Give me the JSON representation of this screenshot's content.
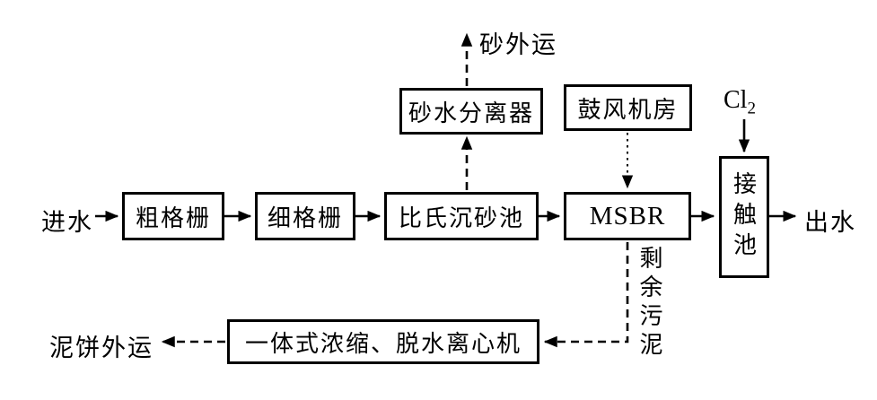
{
  "diagram": {
    "title": "wastewater-treatment-process-flow",
    "labels": {
      "influent": "进水",
      "effluent": "出水",
      "sand_out": "砂外运",
      "sludge_cake_out": "泥饼外运",
      "excess_sludge": "剩余污泥",
      "chlorine": "Cl",
      "chlorine_subscript": "2"
    },
    "nodes": {
      "coarse_screen": "粗格栅",
      "fine_screen": "细格栅",
      "grit_chamber": "比氏沉砂池",
      "sand_separator": "砂水分离器",
      "blower_room": "鼓风机房",
      "msbr": "MSBR",
      "contact_tank": "接触池",
      "centrifuge": "一体式浓缩、脱水离心机"
    },
    "colors": {
      "line": "#000000",
      "background": "#ffffff"
    }
  }
}
